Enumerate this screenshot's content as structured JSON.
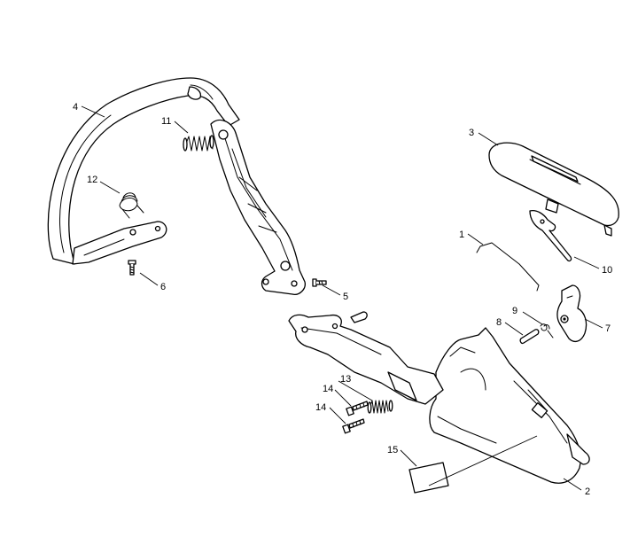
{
  "callouts": [
    {
      "id": "c1",
      "text": "1"
    },
    {
      "id": "c2",
      "text": "2"
    },
    {
      "id": "c3",
      "text": "3"
    },
    {
      "id": "c4",
      "text": "4"
    },
    {
      "id": "c5",
      "text": "5"
    },
    {
      "id": "c6",
      "text": "6"
    },
    {
      "id": "c7",
      "text": "7"
    },
    {
      "id": "c8",
      "text": "8"
    },
    {
      "id": "c9",
      "text": "9"
    },
    {
      "id": "c10",
      "text": "10"
    },
    {
      "id": "c11",
      "text": "11"
    },
    {
      "id": "c12",
      "text": "12"
    },
    {
      "id": "c13",
      "text": "13"
    },
    {
      "id": "c14a",
      "text": "14"
    },
    {
      "id": "c14b",
      "text": "14"
    },
    {
      "id": "c15",
      "text": "15"
    }
  ]
}
